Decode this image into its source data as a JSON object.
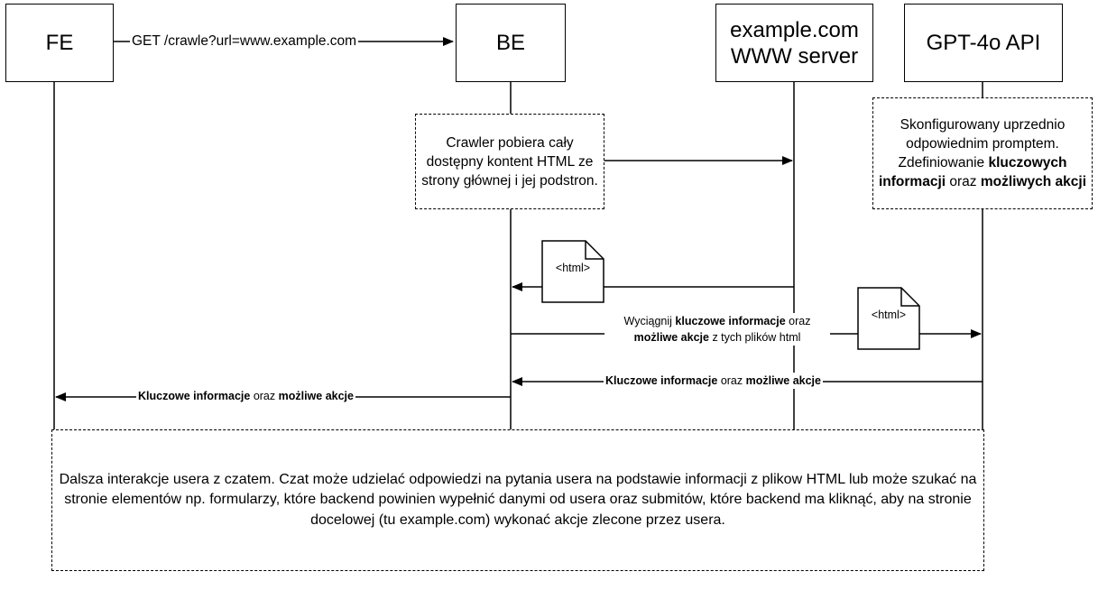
{
  "actors": {
    "fe": "FE",
    "be": "BE",
    "www_line1": "example.com",
    "www_line2": "WWW server",
    "gpt": "GPT-4o API"
  },
  "messages": {
    "request": "GET /crawle?url=www.example.com",
    "extract_p1": "Wyciągnij ",
    "extract_b1": "kluczowe informacje",
    "extract_p2": " oraz",
    "extract_b2": "możliwe akcje",
    "extract_p3": " z tych plików html",
    "gpt_reply_b1": "Kluczowe informacje",
    "gpt_reply_p1": " oraz ",
    "gpt_reply_b2": "możliwe akcje",
    "fe_reply_b1": "Kluczowe informacje",
    "fe_reply_p1": " oraz ",
    "fe_reply_b2": "możliwe akcje"
  },
  "notes": {
    "crawler": "Crawler pobiera cały dostępny kontent HTML ze strony głównej i jej podstron.",
    "gpt_p1": "Skonfigurowany uprzednio odpowiednim promptem. Zdefiniowanie ",
    "gpt_b1": "kluczowych informacji",
    "gpt_p2": " oraz ",
    "gpt_b2": "możliwych akcji",
    "summary": "Dalsza interakcje usera z czatem. Czat może udzielać odpowiedzi na pytania usera na podstawie informacji z plikow HTML lub może szukać na stronie elementów np. formularzy, które backend powinien wypełnić danymi od usera oraz submitów, które backend ma kliknąć, aby na stronie docelowej (tu example.com) wykonać akcje zlecone przez usera."
  },
  "documents": {
    "doc1": "<html>",
    "doc2": "<html>"
  }
}
